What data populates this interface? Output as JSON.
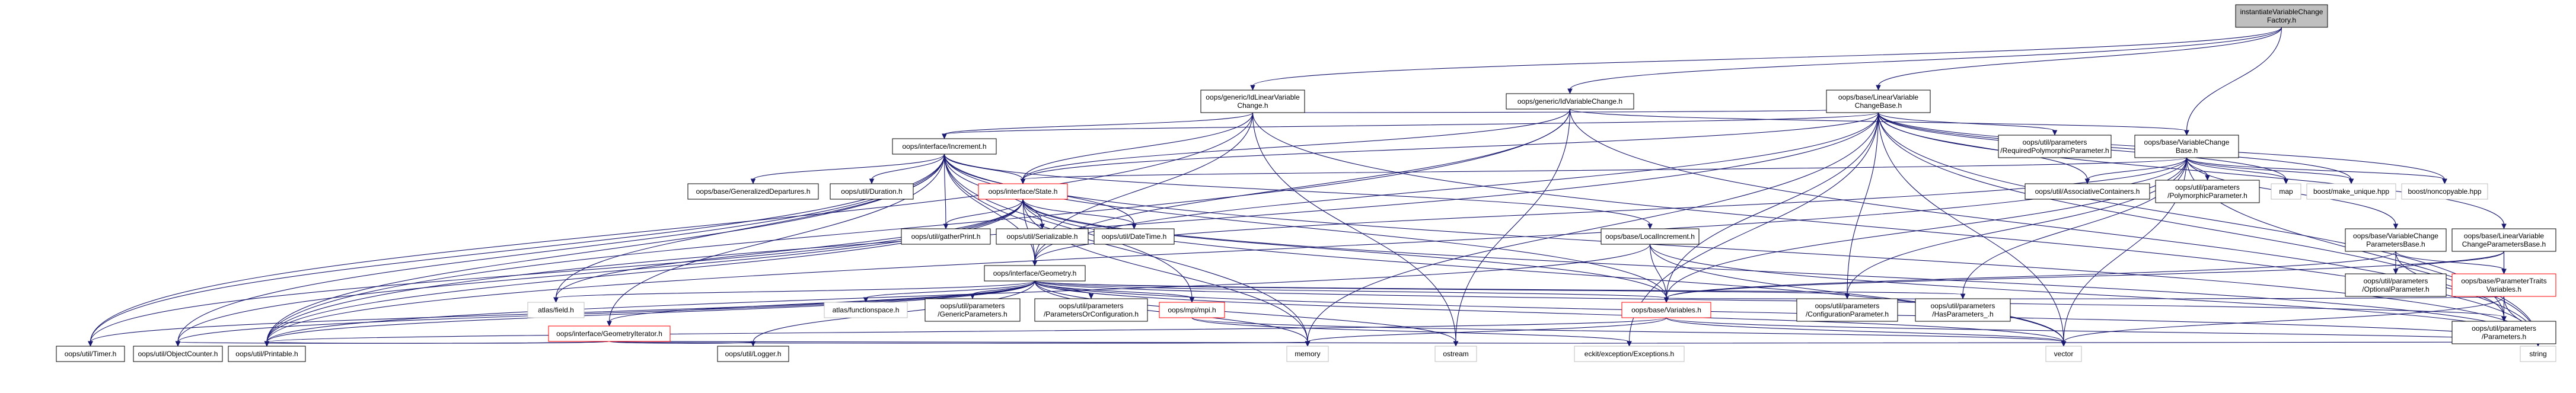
{
  "nodes": {
    "root": {
      "lines": [
        "instantiateVariableChange",
        "Factory.h"
      ],
      "style": "root"
    },
    "idLinearVC": {
      "lines": [
        "oops/generic/IdLinearVariable",
        "Change.h"
      ],
      "style": "doc"
    },
    "idVC": {
      "lines": [
        "oops/generic/IdVariableChange.h"
      ],
      "style": "doc"
    },
    "linearVCBase": {
      "lines": [
        "oops/base/LinearVariable",
        "ChangeBase.h"
      ],
      "style": "doc"
    },
    "vcBase": {
      "lines": [
        "oops/base/VariableChange",
        "Base.h"
      ],
      "style": "doc"
    },
    "increment": {
      "lines": [
        "oops/interface/Increment.h"
      ],
      "style": "doc"
    },
    "reqPoly": {
      "lines": [
        "oops/util/parameters",
        "/RequiredPolymorphicParameter.h"
      ],
      "style": "doc"
    },
    "genDep": {
      "lines": [
        "oops/base/GeneralizedDepartures.h"
      ],
      "style": "doc"
    },
    "duration": {
      "lines": [
        "oops/util/Duration.h"
      ],
      "style": "doc"
    },
    "state": {
      "lines": [
        "oops/interface/State.h"
      ],
      "style": "partial"
    },
    "assoc": {
      "lines": [
        "oops/util/AssociativeContainers.h"
      ],
      "style": "doc"
    },
    "polyParam": {
      "lines": [
        "oops/util/parameters",
        "/PolymorphicParameter.h"
      ],
      "style": "doc"
    },
    "map": {
      "lines": [
        "map"
      ],
      "style": "plain"
    },
    "makeUnique": {
      "lines": [
        "boost/make_unique.hpp"
      ],
      "style": "plain"
    },
    "noncopyable": {
      "lines": [
        "boost/noncopyable.hpp"
      ],
      "style": "plain"
    },
    "vcParamsBase": {
      "lines": [
        "oops/base/VariableChange",
        "ParametersBase.h"
      ],
      "style": "doc"
    },
    "linVCParamsBase": {
      "lines": [
        "oops/base/LinearVariable",
        "ChangeParametersBase.h"
      ],
      "style": "doc"
    },
    "gatherPrint": {
      "lines": [
        "oops/util/gatherPrint.h"
      ],
      "style": "doc"
    },
    "serializable": {
      "lines": [
        "oops/util/Serializable.h"
      ],
      "style": "doc"
    },
    "dateTime": {
      "lines": [
        "oops/util/DateTime.h"
      ],
      "style": "doc"
    },
    "geometry": {
      "lines": [
        "oops/interface/Geometry.h"
      ],
      "style": "doc"
    },
    "localInc": {
      "lines": [
        "oops/base/LocalIncrement.h"
      ],
      "style": "doc"
    },
    "optParam": {
      "lines": [
        "oops/util/parameters",
        "/OptionalParameter.h"
      ],
      "style": "doc"
    },
    "paramTraits": {
      "lines": [
        "oops/base/ParameterTraits",
        "Variables.h"
      ],
      "style": "partial"
    },
    "atlasField": {
      "lines": [
        "atlas/field.h"
      ],
      "style": "plain"
    },
    "atlasFS": {
      "lines": [
        "atlas/functionspace.h"
      ],
      "style": "plain"
    },
    "genParams": {
      "lines": [
        "oops/util/parameters",
        "/GenericParameters.h"
      ],
      "style": "doc"
    },
    "paramsOrConfig": {
      "lines": [
        "oops/util/parameters",
        "/ParametersOrConfiguration.h"
      ],
      "style": "doc"
    },
    "mpi": {
      "lines": [
        "oops/mpi/mpi.h"
      ],
      "style": "partial"
    },
    "variables": {
      "lines": [
        "oops/base/Variables.h"
      ],
      "style": "partial"
    },
    "configParam": {
      "lines": [
        "oops/util/parameters",
        "/ConfigurationParameter.h"
      ],
      "style": "doc"
    },
    "hasParams": {
      "lines": [
        "oops/util/parameters",
        "/HasParameters_.h"
      ],
      "style": "doc"
    },
    "parameters": {
      "lines": [
        "oops/util/parameters",
        "/Parameters.h"
      ],
      "style": "doc"
    },
    "geomIter": {
      "lines": [
        "oops/interface/GeometryIterator.h"
      ],
      "style": "partial"
    },
    "timer": {
      "lines": [
        "oops/util/Timer.h"
      ],
      "style": "doc"
    },
    "objCounter": {
      "lines": [
        "oops/util/ObjectCounter.h"
      ],
      "style": "doc"
    },
    "printable": {
      "lines": [
        "oops/util/Printable.h"
      ],
      "style": "doc"
    },
    "logger": {
      "lines": [
        "oops/util/Logger.h"
      ],
      "style": "doc"
    },
    "memory": {
      "lines": [
        "memory"
      ],
      "style": "plain"
    },
    "ostream": {
      "lines": [
        "ostream"
      ],
      "style": "plain"
    },
    "exceptions": {
      "lines": [
        "eckit/exception/Exceptions.h"
      ],
      "style": "plain"
    },
    "vector": {
      "lines": [
        "vector"
      ],
      "style": "plain"
    },
    "string": {
      "lines": [
        "string"
      ],
      "style": "plain"
    }
  },
  "edges": [
    [
      "root",
      "idLinearVC"
    ],
    [
      "root",
      "idVC"
    ],
    [
      "root",
      "linearVCBase"
    ],
    [
      "root",
      "vcBase"
    ],
    [
      "idLinearVC",
      "linearVCBase"
    ],
    [
      "idLinearVC",
      "increment"
    ],
    [
      "idLinearVC",
      "state"
    ],
    [
      "idLinearVC",
      "geometry"
    ],
    [
      "idLinearVC",
      "timer"
    ],
    [
      "idLinearVC",
      "string"
    ],
    [
      "idLinearVC",
      "ostream"
    ],
    [
      "idVC",
      "vcBase"
    ],
    [
      "idVC",
      "state"
    ],
    [
      "idVC",
      "geometry"
    ],
    [
      "idVC",
      "printable"
    ],
    [
      "idVC",
      "ostream"
    ],
    [
      "idVC",
      "string"
    ],
    [
      "linearVCBase",
      "increment"
    ],
    [
      "linearVCBase",
      "state"
    ],
    [
      "linearVCBase",
      "geometry"
    ],
    [
      "linearVCBase",
      "reqPoly"
    ],
    [
      "linearVCBase",
      "assoc"
    ],
    [
      "linearVCBase",
      "map"
    ],
    [
      "linearVCBase",
      "makeUnique"
    ],
    [
      "linearVCBase",
      "noncopyable"
    ],
    [
      "linearVCBase",
      "linVCParamsBase"
    ],
    [
      "linearVCBase",
      "variables"
    ],
    [
      "linearVCBase",
      "printable"
    ],
    [
      "linearVCBase",
      "memory"
    ],
    [
      "linearVCBase",
      "vector"
    ],
    [
      "linearVCBase",
      "string"
    ],
    [
      "linearVCBase",
      "exceptions"
    ],
    [
      "linearVCBase",
      "configParam"
    ],
    [
      "linearVCBase",
      "parameters"
    ],
    [
      "vcBase",
      "state"
    ],
    [
      "vcBase",
      "geometry"
    ],
    [
      "vcBase",
      "assoc"
    ],
    [
      "vcBase",
      "polyParam"
    ],
    [
      "vcBase",
      "map"
    ],
    [
      "vcBase",
      "makeUnique"
    ],
    [
      "vcBase",
      "noncopyable"
    ],
    [
      "vcBase",
      "vcParamsBase"
    ],
    [
      "vcBase",
      "variables"
    ],
    [
      "vcBase",
      "hasParams"
    ],
    [
      "vcBase",
      "configParam"
    ],
    [
      "vcBase",
      "printable"
    ],
    [
      "vcBase",
      "string"
    ],
    [
      "vcBase",
      "vector"
    ],
    [
      "increment",
      "genDep"
    ],
    [
      "increment",
      "duration"
    ],
    [
      "increment",
      "state"
    ],
    [
      "increment",
      "gatherPrint"
    ],
    [
      "increment",
      "serializable"
    ],
    [
      "increment",
      "dateTime"
    ],
    [
      "increment",
      "geometry"
    ],
    [
      "increment",
      "localInc"
    ],
    [
      "increment",
      "atlasField"
    ],
    [
      "increment",
      "geomIter"
    ],
    [
      "increment",
      "timer"
    ],
    [
      "increment",
      "objCounter"
    ],
    [
      "increment",
      "printable"
    ],
    [
      "increment",
      "memory"
    ],
    [
      "increment",
      "variables"
    ],
    [
      "increment",
      "mpi"
    ],
    [
      "increment",
      "string"
    ],
    [
      "state",
      "gatherPrint"
    ],
    [
      "state",
      "serializable"
    ],
    [
      "state",
      "dateTime"
    ],
    [
      "state",
      "geometry"
    ],
    [
      "state",
      "atlasField"
    ],
    [
      "state",
      "timer"
    ],
    [
      "state",
      "objCounter"
    ],
    [
      "state",
      "printable"
    ],
    [
      "state",
      "memory"
    ],
    [
      "state",
      "variables"
    ],
    [
      "state",
      "string"
    ],
    [
      "state",
      "vector"
    ],
    [
      "vcParamsBase",
      "optParam"
    ],
    [
      "vcParamsBase",
      "paramTraits"
    ],
    [
      "vcParamsBase",
      "parameters"
    ],
    [
      "vcParamsBase",
      "variables"
    ],
    [
      "linVCParamsBase",
      "optParam"
    ],
    [
      "linVCParamsBase",
      "paramTraits"
    ],
    [
      "linVCParamsBase",
      "parameters"
    ],
    [
      "linVCParamsBase",
      "variables"
    ],
    [
      "geometry",
      "atlasField"
    ],
    [
      "geometry",
      "atlasFS"
    ],
    [
      "geometry",
      "genParams"
    ],
    [
      "geometry",
      "paramsOrConfig"
    ],
    [
      "geometry",
      "mpi"
    ],
    [
      "geometry",
      "variables"
    ],
    [
      "geometry",
      "configParam"
    ],
    [
      "geometry",
      "hasParams"
    ],
    [
      "geometry",
      "parameters"
    ],
    [
      "geometry",
      "geomIter"
    ],
    [
      "geometry",
      "timer"
    ],
    [
      "geometry",
      "objCounter"
    ],
    [
      "geometry",
      "printable"
    ],
    [
      "geometry",
      "logger"
    ],
    [
      "geometry",
      "memory"
    ],
    [
      "geometry",
      "ostream"
    ],
    [
      "geometry",
      "vector"
    ],
    [
      "geometry",
      "string"
    ],
    [
      "localInc",
      "variables"
    ],
    [
      "localInc",
      "printable"
    ],
    [
      "localInc",
      "vector"
    ],
    [
      "localInc",
      "string"
    ],
    [
      "paramTraits",
      "variables"
    ],
    [
      "paramTraits",
      "string"
    ],
    [
      "paramTraits",
      "vector"
    ],
    [
      "mpi",
      "vector"
    ],
    [
      "mpi",
      "exceptions"
    ],
    [
      "variables",
      "printable"
    ],
    [
      "variables",
      "vector"
    ],
    [
      "variables",
      "string"
    ],
    [
      "variables",
      "memory"
    ],
    [
      "geomIter",
      "objCounter"
    ],
    [
      "geomIter",
      "printable"
    ],
    [
      "geomIter",
      "logger"
    ],
    [
      "geomIter",
      "memory"
    ],
    [
      "geomIter",
      "string"
    ]
  ]
}
